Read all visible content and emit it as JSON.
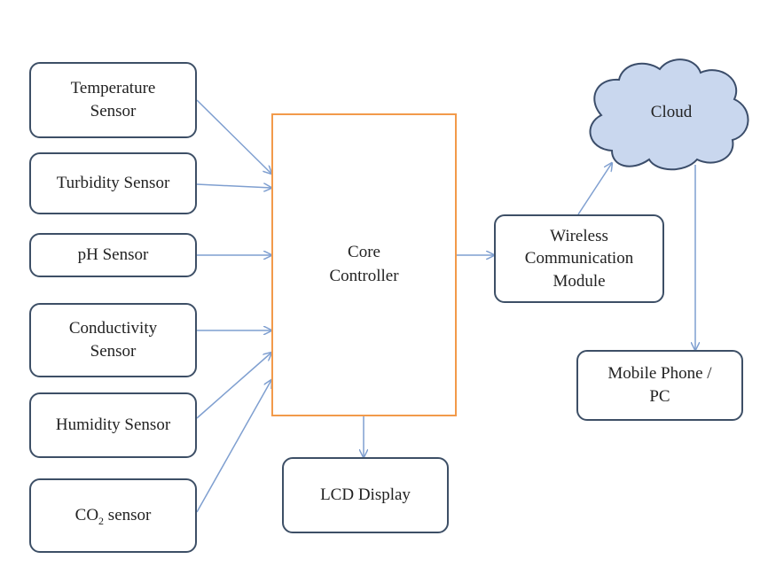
{
  "sensors": {
    "temperature": "Temperature\nSensor",
    "turbidity": "Turbidity Sensor",
    "ph": "pH Sensor",
    "conductivity": "Conductivity\nSensor",
    "humidity": "Humidity Sensor",
    "co2_prefix": "CO",
    "co2_sub": "2",
    "co2_suffix": " sensor"
  },
  "core": "Core\nController",
  "lcd": "LCD Display",
  "wireless": "Wireless\nCommunication\nModule",
  "cloud": "Cloud",
  "device": "Mobile Phone /\nPC",
  "colors": {
    "box_border": "#3d4f66",
    "core_border": "#f29a4a",
    "arrow": "#7f9fd0",
    "cloud_fill": "#c9d7ee",
    "cloud_stroke": "#3b4d6a"
  }
}
